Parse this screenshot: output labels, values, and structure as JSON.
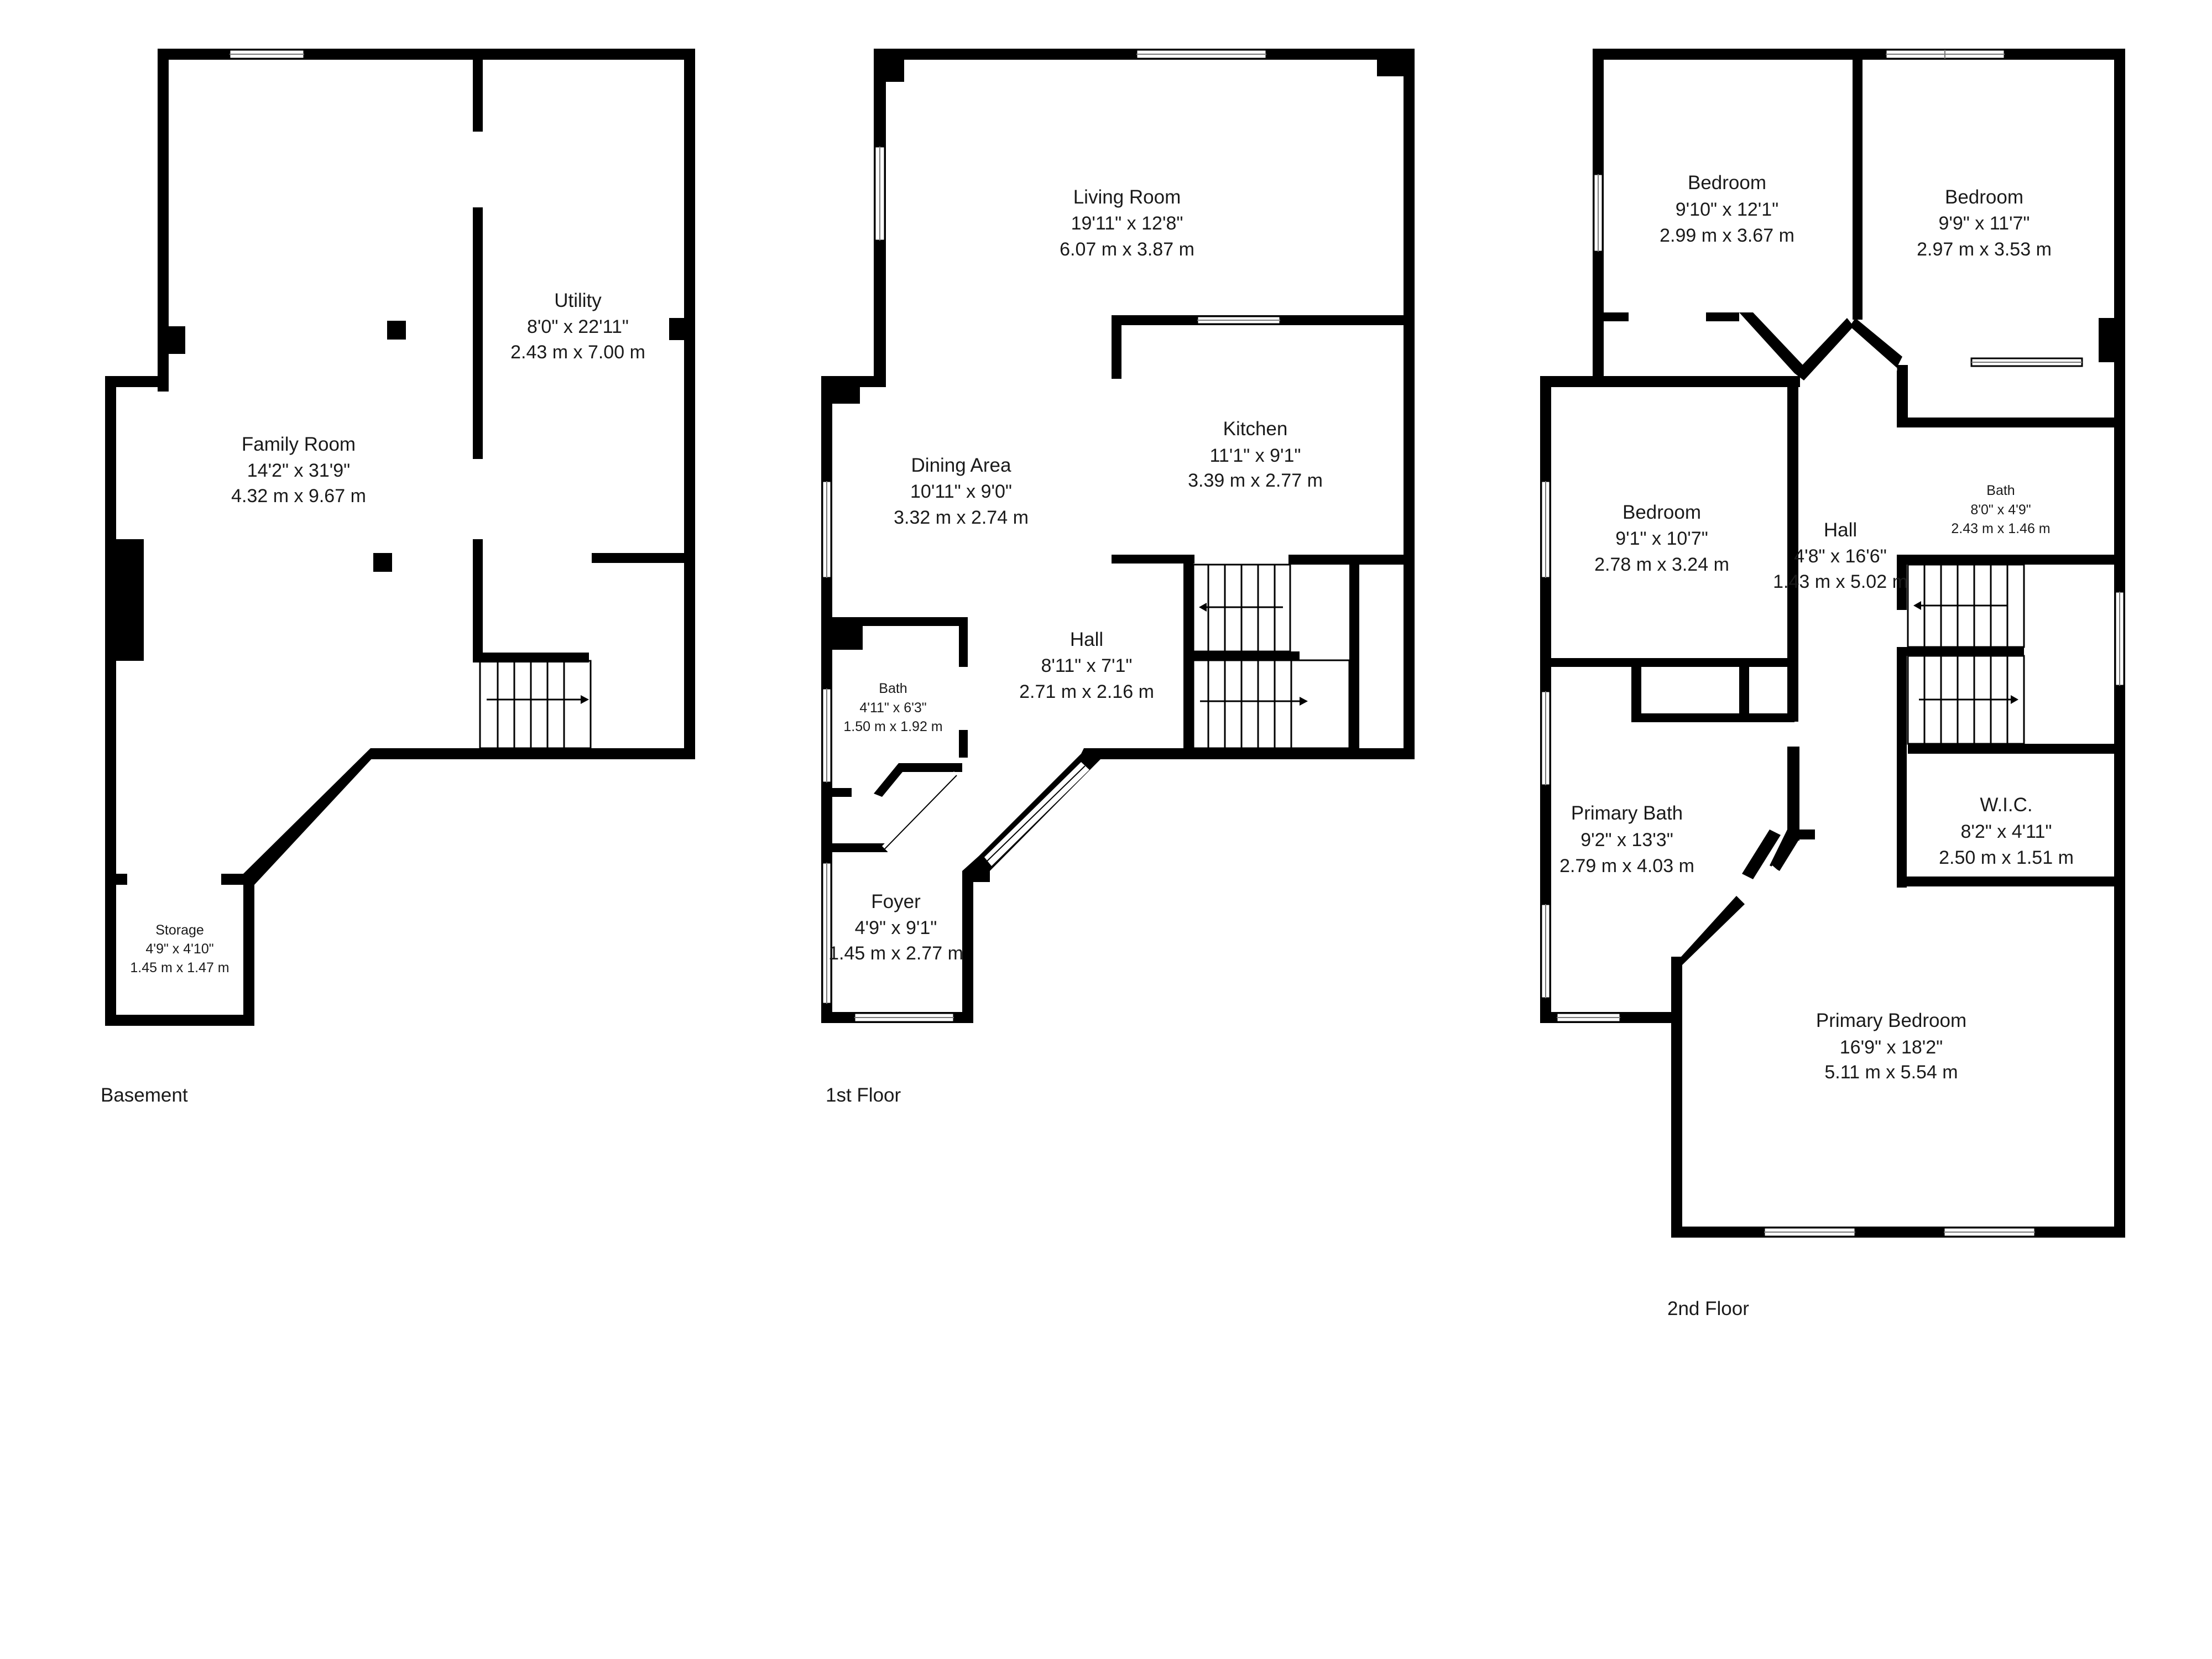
{
  "floors": [
    {
      "id": "basement",
      "label": "Basement"
    },
    {
      "id": "first",
      "label": "1st Floor"
    },
    {
      "id": "second",
      "label": "2nd Floor"
    }
  ],
  "rooms": {
    "family_room": {
      "name": "Family Room",
      "imperial": "14'2\" x 31'9\"",
      "metric": "4.32 m x 9.67 m"
    },
    "utility": {
      "name": "Utility",
      "imperial": "8'0\" x 22'11\"",
      "metric": "2.43 m x 7.00 m"
    },
    "storage": {
      "name": "Storage",
      "imperial": "4'9\" x 4'10\"",
      "metric": "1.45 m x 1.47 m"
    },
    "living_room": {
      "name": "Living Room",
      "imperial": "19'11\" x 12'8\"",
      "metric": "6.07 m x 3.87 m"
    },
    "kitchen": {
      "name": "Kitchen",
      "imperial": "11'1\" x 9'1\"",
      "metric": "3.39 m x 2.77 m"
    },
    "dining_area": {
      "name": "Dining Area",
      "imperial": "10'11\" x 9'0\"",
      "metric": "3.32 m x 2.74 m"
    },
    "hall_1": {
      "name": "Hall",
      "imperial": "8'11\" x 7'1\"",
      "metric": "2.71 m x 2.16 m"
    },
    "bath_1": {
      "name": "Bath",
      "imperial": "4'11\" x 6'3\"",
      "metric": "1.50 m x 1.92 m"
    },
    "foyer": {
      "name": "Foyer",
      "imperial": "4'9\" x 9'1\"",
      "metric": "1.45 m x 2.77 m"
    },
    "bedroom_a": {
      "name": "Bedroom",
      "imperial": "9'10\" x 12'1\"",
      "metric": "2.99 m x 3.67 m"
    },
    "bedroom_b": {
      "name": "Bedroom",
      "imperial": "9'9\" x 11'7\"",
      "metric": "2.97 m x 3.53 m"
    },
    "bedroom_c": {
      "name": "Bedroom",
      "imperial": "9'1\" x 10'7\"",
      "metric": "2.78 m x 3.24 m"
    },
    "hall_2": {
      "name": "Hall",
      "imperial": "4'8\" x 16'6\"",
      "metric": "1.43 m x 5.02 m"
    },
    "bath_2": {
      "name": "Bath",
      "imperial": "8'0\" x 4'9\"",
      "metric": "2.43 m x 1.46 m"
    },
    "primary_bath": {
      "name": "Primary Bath",
      "imperial": "9'2\" x 13'3\"",
      "metric": "2.79 m x 4.03 m"
    },
    "wic": {
      "name": "W.I.C.",
      "imperial": "8'2\" x 4'11\"",
      "metric": "2.50 m x 1.51 m"
    },
    "primary_bedroom": {
      "name": "Primary Bedroom",
      "imperial": "16'9\" x 18'2\"",
      "metric": "5.11 m x 5.54 m"
    }
  },
  "colors": {
    "wall": "#000000",
    "background": "#ffffff",
    "text": "#1a1a1a"
  }
}
